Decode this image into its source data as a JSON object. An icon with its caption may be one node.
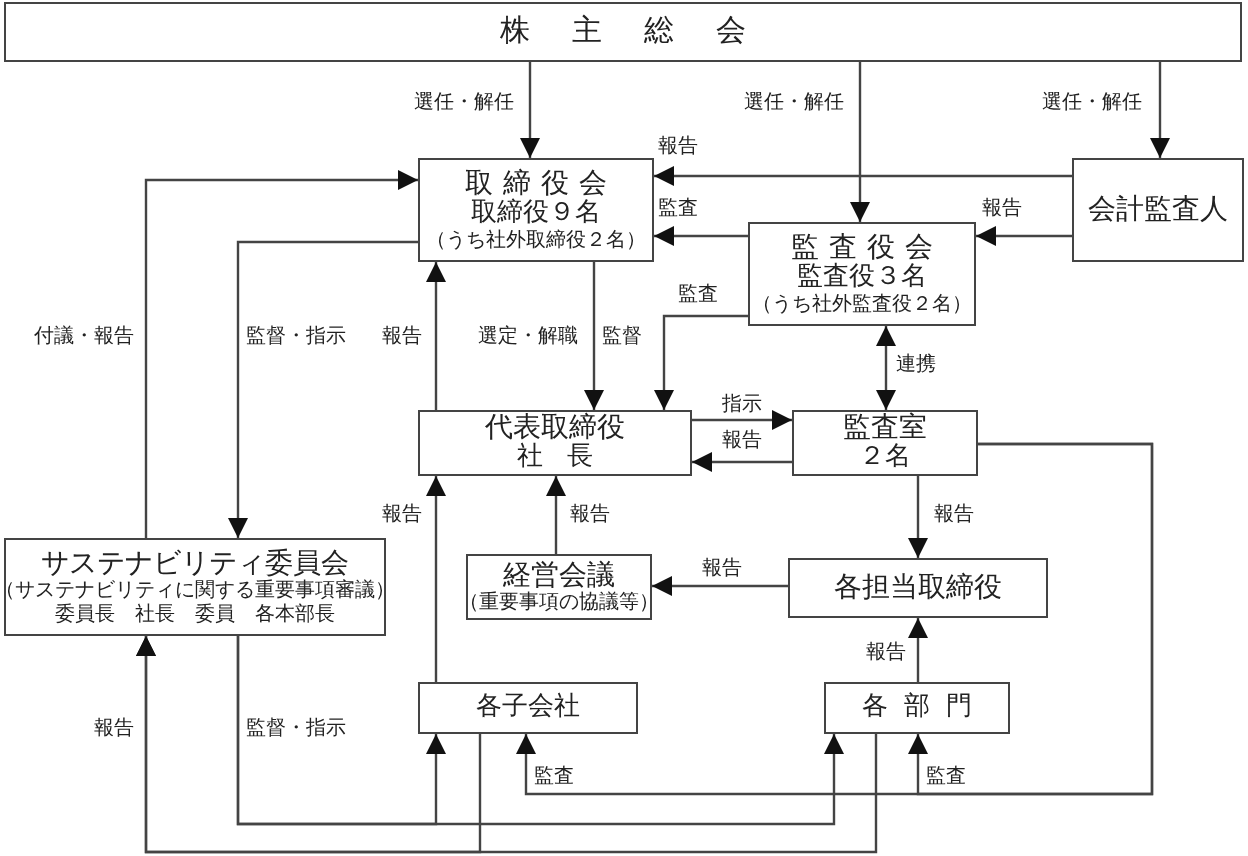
{
  "diagram": {
    "nodes": [
      {
        "text": [
          "株主総会"
        ]
      },
      {
        "text": [
          "取締役会",
          "取締役９名",
          "（うち社外取締役２名）"
        ]
      },
      {
        "text": [
          "会計監査人"
        ]
      },
      {
        "text": [
          "監査役会",
          "監査役３名",
          "（うち社外監査役２名）"
        ]
      },
      {
        "text": [
          "代表取締役",
          "社長"
        ]
      },
      {
        "text": [
          "監査室",
          "２名"
        ]
      },
      {
        "text": [
          "サステナビリティ委員会",
          "（サステナビリティに関する重要事項審議）",
          "委員長　社長　委員　各本部長"
        ]
      },
      {
        "text": [
          "経営会議",
          "（重要事項の協議等）"
        ]
      },
      {
        "text": [
          "各担当取締役"
        ]
      },
      {
        "text": [
          "各子会社"
        ]
      },
      {
        "text": [
          "各部門"
        ]
      }
    ],
    "edges": [
      {
        "from": 0,
        "to": 1,
        "arrow": "to",
        "label": "選任・解任"
      },
      {
        "from": 0,
        "to": 3,
        "arrow": "to",
        "label": "選任・解任"
      },
      {
        "from": 0,
        "to": 2,
        "arrow": "to",
        "label": "選任・解任"
      },
      {
        "from": 2,
        "to": 1,
        "arrow": "to",
        "label": "報告"
      },
      {
        "from": 2,
        "to": 3,
        "arrow": "to",
        "label": "報告"
      },
      {
        "from": 3,
        "to": 1,
        "arrow": "to",
        "label": "監査"
      },
      {
        "from": 3,
        "to": 4,
        "arrow": "to",
        "label": "監査"
      },
      {
        "from": 1,
        "to": 4,
        "arrow": "to",
        "label": "選定・解職"
      },
      {
        "from": 4,
        "to": 1,
        "arrow": "to",
        "label": "報告"
      },
      {
        "from": 3,
        "to": 5,
        "arrow": "both",
        "label": "連携"
      },
      {
        "from": 4,
        "to": 5,
        "arrow": "to",
        "label": "指示"
      },
      {
        "from": 5,
        "to": 4,
        "arrow": "to",
        "label": "報告"
      },
      {
        "from": 5,
        "to": 8,
        "arrow": "to",
        "label": "報告"
      },
      {
        "from": 8,
        "to": 7,
        "arrow": "to",
        "label": "報告"
      },
      {
        "from": 7,
        "to": 4,
        "arrow": "to",
        "label": "報告"
      },
      {
        "from": 9,
        "to": 4,
        "arrow": "to",
        "label": "報告"
      },
      {
        "from": 10,
        "to": 8,
        "arrow": "to",
        "label": "報告"
      },
      {
        "from": 6,
        "to": 1,
        "arrow": "to",
        "label": "付議・報告"
      },
      {
        "from": 1,
        "to": 6,
        "arrow": "to",
        "label": "監督・指示"
      },
      {
        "from": 6,
        "to": 9,
        "arrow": "to",
        "label": "監督・指示"
      },
      {
        "from": 6,
        "to": 10,
        "arrow": "to"
      },
      {
        "from": 9,
        "to": 6,
        "arrow": "to",
        "label": "報告"
      },
      {
        "from": 10,
        "to": 6,
        "arrow": "to"
      },
      {
        "from": 5,
        "to": 9,
        "arrow": "to",
        "label": "監査"
      },
      {
        "from": 5,
        "to": 10,
        "arrow": "to",
        "label": "監査"
      }
    ],
    "labels": [
      "監督"
    ]
  }
}
